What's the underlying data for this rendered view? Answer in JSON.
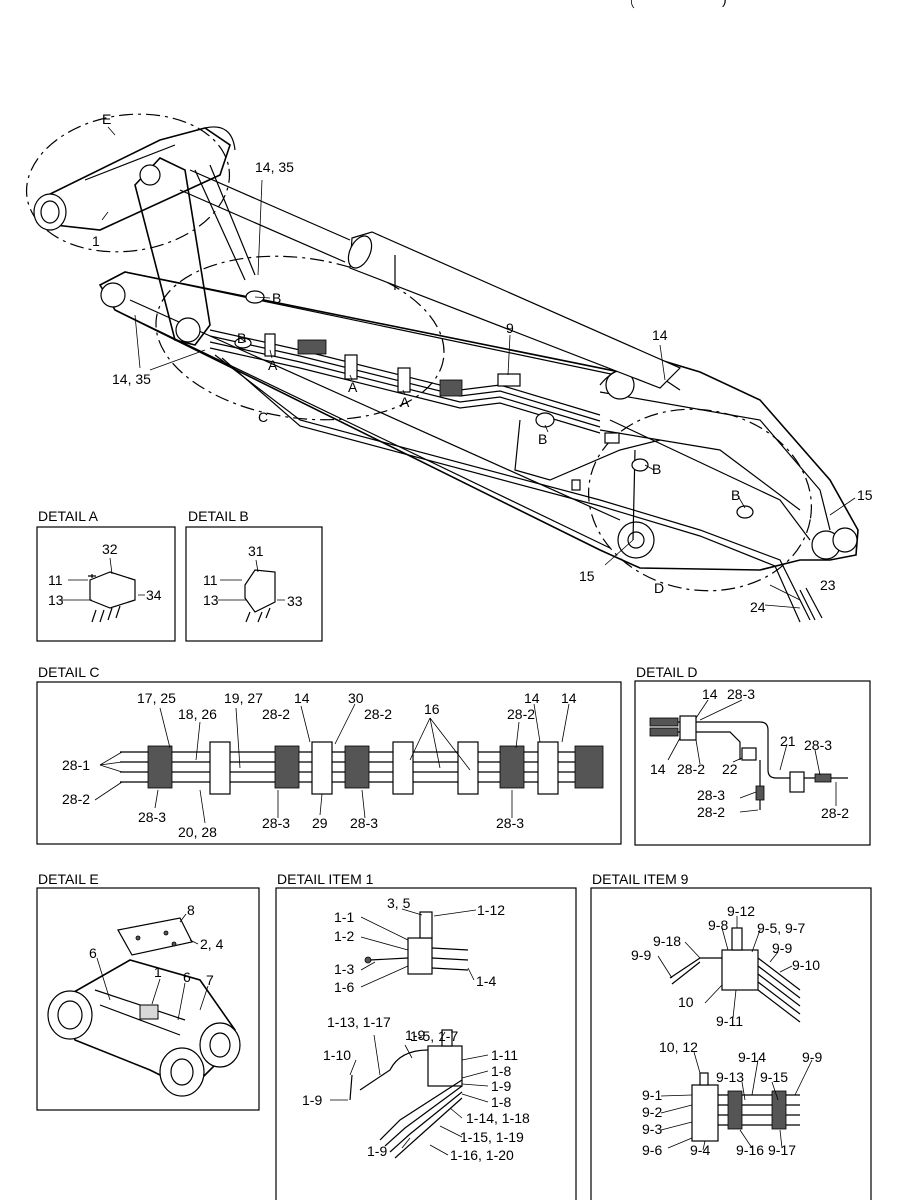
{
  "header": {
    "fragment": ")"
  },
  "main_view": {
    "callouts": {
      "E": "E",
      "c1": "1",
      "c14_35_top": "14, 35",
      "B1": "B",
      "B2": "B",
      "A1": "A",
      "A2": "A",
      "A3": "A",
      "c14_35_left": "14, 35",
      "C": "C",
      "c9": "9",
      "c14": "14",
      "B3": "B",
      "B4": "B",
      "B5": "B",
      "c15_right": "15",
      "c15_bottom": "15",
      "D": "D",
      "c23": "23",
      "c24": "24"
    }
  },
  "detail_a": {
    "title": "DETAIL A",
    "labels": {
      "p32": "32",
      "p11": "11",
      "p13": "13",
      "p34": "34"
    }
  },
  "detail_b": {
    "title": "DETAIL B",
    "labels": {
      "p31": "31",
      "p11": "11",
      "p13": "13",
      "p33": "33"
    }
  },
  "detail_c": {
    "title": "DETAIL C",
    "labels": {
      "l17_25": "17, 25",
      "l18_26": "18, 26",
      "l19_27": "19, 27",
      "l14a": "14",
      "l30": "30",
      "l16": "16",
      "l28_2a": "28-2",
      "l28_2b": "28-2",
      "l28_2c": "28-2",
      "l14b": "14",
      "l14c": "14",
      "l28_1": "28-1",
      "l28_2d": "28-2",
      "l28_3a": "28-3",
      "l20_28": "20, 28",
      "l28_3b": "28-3",
      "l29": "29",
      "l28_3c": "28-3",
      "l28_3d": "28-3"
    }
  },
  "detail_d": {
    "title": "DETAIL D",
    "labels": {
      "d14a": "14",
      "d28_3a": "28-3",
      "d14b": "14",
      "d28_2a": "28-2",
      "d22": "22",
      "d21": "21",
      "d28_3b": "28-3",
      "d28_3c": "28-3",
      "d28_2b": "28-2",
      "d28_2c": "28-2"
    }
  },
  "detail_e": {
    "title": "DETAIL E",
    "labels": {
      "e8": "8",
      "e2_4": "2, 4",
      "e6a": "6",
      "e1": "1",
      "e6b": "6",
      "e7": "7"
    }
  },
  "detail_item1": {
    "title": "DETAIL ITEM 1",
    "labels": {
      "i3_5": "3, 5",
      "i1_12": "1-12",
      "i1_1": "1-1",
      "i1_2": "1-2",
      "i1_3": "1-3",
      "i1_6": "1-6",
      "i1_4": "1-4",
      "i1_5_1_7": "1-5, 1-7",
      "i1_13_1_17": "1-13, 1-17",
      "i1_9a": "1-9",
      "i1_11": "1-11",
      "i1_10": "1-10",
      "i1_8a": "1-8",
      "i1_9b": "1-9",
      "i1_8b": "1-8",
      "i1_9c": "1-9",
      "i1_14_1_18": "1-14, 1-18",
      "i1_15_1_19": "1-15, 1-19",
      "i1_9d": "1-9",
      "i1_16_1_20": "1-16, 1-20"
    }
  },
  "detail_item9": {
    "title": "DETAIL ITEM 9",
    "labels": {
      "n9_12": "9-12",
      "n9_8": "9-8",
      "n9_5_9_7": "9-5, 9-7",
      "n9_18": "9-18",
      "n9_9a": "9-9",
      "n9_9b": "9-9",
      "n9_10": "9-10",
      "n10": "10",
      "n9_11": "9-11",
      "n10_12": "10, 12",
      "n9_14": "9-14",
      "n9_9c": "9-9",
      "n9_13": "9-13",
      "n9_15": "9-15",
      "n9_1": "9-1",
      "n9_2": "9-2",
      "n9_3": "9-3",
      "n9_6": "9-6",
      "n9_4": "9-4",
      "n9_16": "9-16",
      "n9_17": "9-17"
    }
  }
}
